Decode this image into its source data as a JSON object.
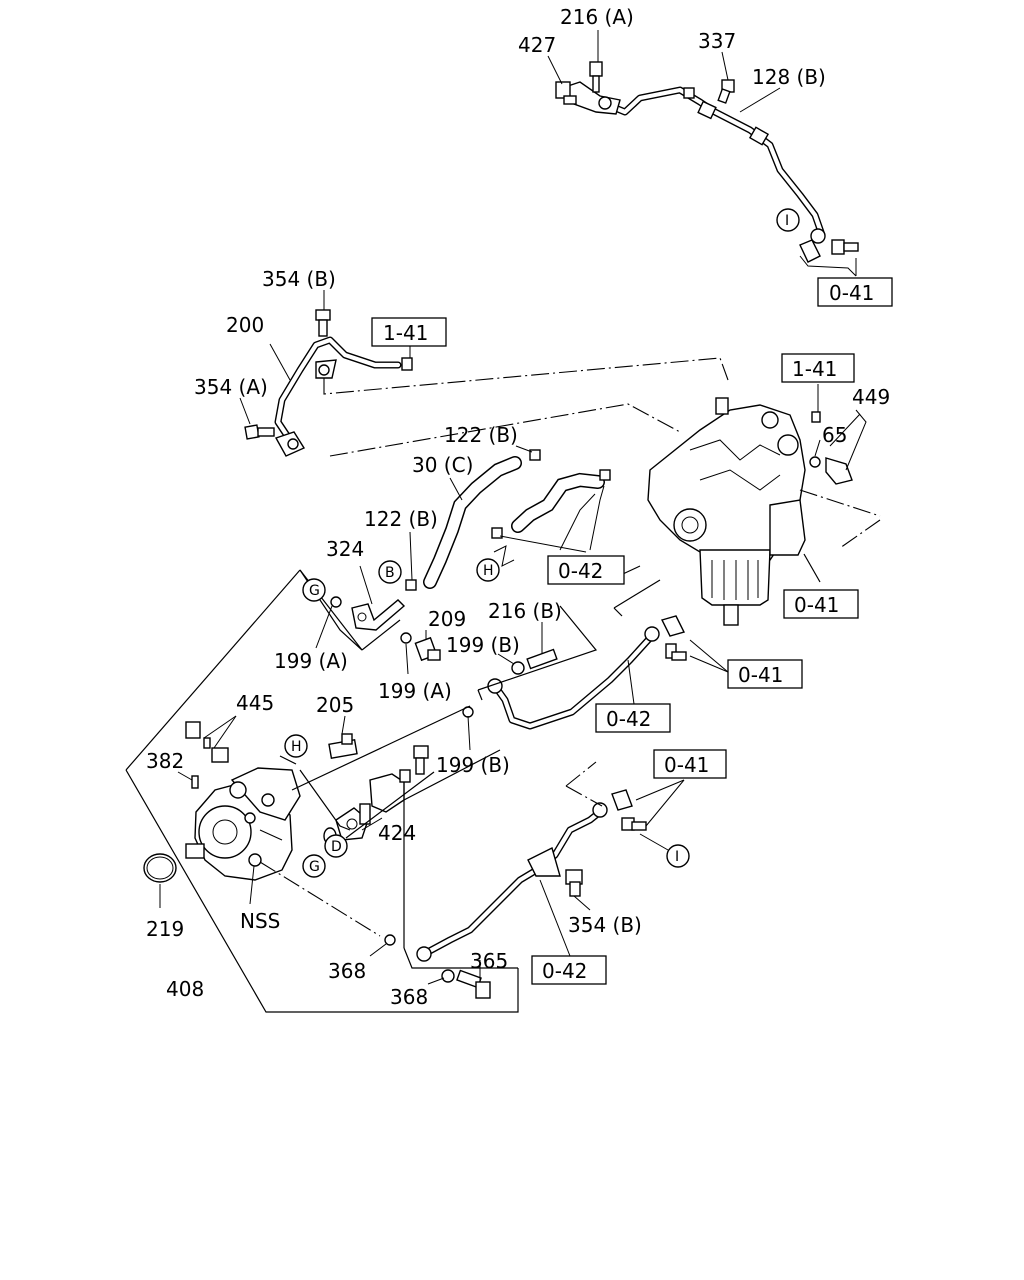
{
  "diagram": {
    "part_labels": [
      "216 (A)",
      "427",
      "337",
      "128 (B)",
      "354 (B)",
      "200",
      "354 (A)",
      "122 (B)",
      "30 (C)",
      "122 (B)",
      "324",
      "449",
      "65",
      "209",
      "216 (B)",
      "199 (B)",
      "199 (A)",
      "199 (A)",
      "445",
      "205",
      "382",
      "199 (B)",
      "424",
      "219",
      "NSS",
      "408",
      "368",
      "368",
      "365",
      "354 (B)"
    ],
    "ref_boxes": [
      "0-41",
      "1-41",
      "1-41",
      "0-42",
      "0-41",
      "0-41",
      "0-42",
      "0-41",
      "0-42"
    ],
    "circle_marks": [
      "I",
      "B",
      "H",
      "G",
      "H",
      "D",
      "G",
      "I"
    ]
  }
}
